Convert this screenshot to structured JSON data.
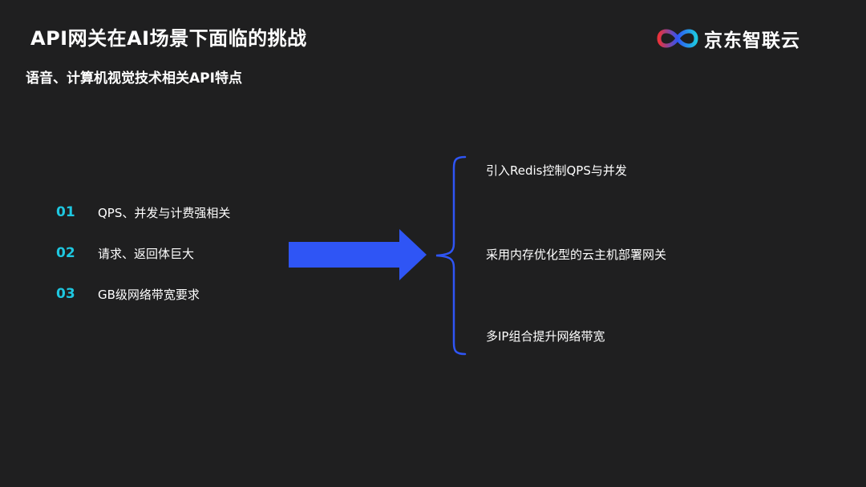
{
  "header": {
    "title": "API网关在AI场景下面临的挑战",
    "subtitle": "语音、计算机视觉技术相关API特点"
  },
  "logo": {
    "text": "京东智联云",
    "icon": "infinity-logo-icon"
  },
  "left_items": [
    {
      "num": "01",
      "text": "QPS、并发与计费强相关"
    },
    {
      "num": "02",
      "text": "请求、返回体巨大"
    },
    {
      "num": "03",
      "text": "GB级网络带宽要求"
    }
  ],
  "right_items": [
    {
      "text": "引入Redis控制QPS与并发"
    },
    {
      "text": "采用内存优化型的云主机部署网关"
    },
    {
      "text": "多IP组合提升网络带宽"
    }
  ],
  "colors": {
    "background": "#1f1f20",
    "accent_number": "#1ec7e0",
    "arrow": "#2f55f5",
    "brace": "#2f55f5"
  }
}
